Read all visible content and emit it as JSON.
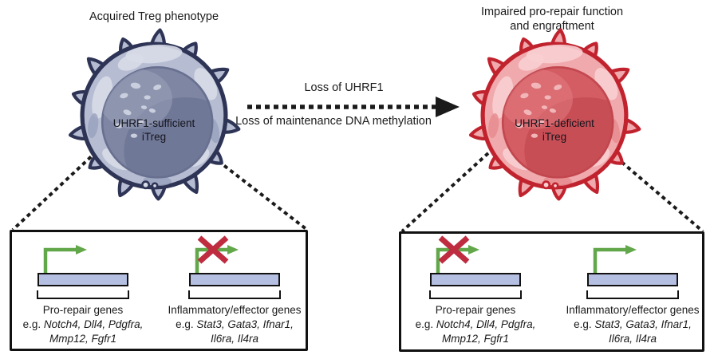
{
  "figure": {
    "left_title": "Acquired Treg phenotype",
    "right_title_line1": "Impaired pro-repair function",
    "right_title_line2": "and engraftment"
  },
  "cells": {
    "left": {
      "label_line1": "UHRF1-sufficient",
      "label_line2": "iTreg",
      "palette": {
        "outline": "#2e3455",
        "membrane": "#b6bcd1",
        "membrane_light": "#d8dce8",
        "membrane_mid": "#99a1bd",
        "nucleus": "#7e86a3",
        "nucleus_dark": "#687090",
        "nucleus_light": "#9ba3bb",
        "speckle": "#cdd2e0"
      }
    },
    "right": {
      "label_line1": "UHRF1-deficient",
      "label_line2": "iTreg",
      "palette": {
        "outline": "#c1232e",
        "membrane": "#f0a9ac",
        "membrane_light": "#f8cfd1",
        "membrane_mid": "#e68a8e",
        "nucleus": "#d45c63",
        "nucleus_dark": "#c2474f",
        "nucleus_light": "#e17e83",
        "speckle": "#f3babd"
      }
    }
  },
  "transition_arrow": {
    "label_top": "Loss of UHRF1",
    "label_bottom": "Loss of maintenance DNA methylation"
  },
  "panels": {
    "left": {
      "modules": [
        {
          "title": "Pro-repair genes",
          "example_prefix": "e.g. ",
          "genes_line1": "Notch4, Dll4, Pdgfra,",
          "genes_line2": "Mmp12, Fgfr1",
          "repressed": false
        },
        {
          "title": "Inflammatory/effector genes",
          "example_prefix": "e.g. ",
          "genes_line1": "Stat3, Gata3, Ifnar1,",
          "genes_line2": "Il6ra, Il4ra",
          "repressed": true
        }
      ]
    },
    "right": {
      "modules": [
        {
          "title": "Pro-repair genes",
          "example_prefix": "e.g. ",
          "genes_line1": "Notch4, Dll4, Pdgfra,",
          "genes_line2": "Mmp12, Fgfr1",
          "repressed": true
        },
        {
          "title": "Inflammatory/effector genes",
          "example_prefix": "e.g. ",
          "genes_line1": "Stat3, Gata3, Ifnar1,",
          "genes_line2": "Il6ra, Il4ra",
          "repressed": false
        }
      ]
    }
  },
  "colors": {
    "promoter_green": "#63a74b",
    "repression_red": "#bf2b3f",
    "gene_body_fill": "#b5bfe2",
    "ink": "#1a1a1a"
  }
}
